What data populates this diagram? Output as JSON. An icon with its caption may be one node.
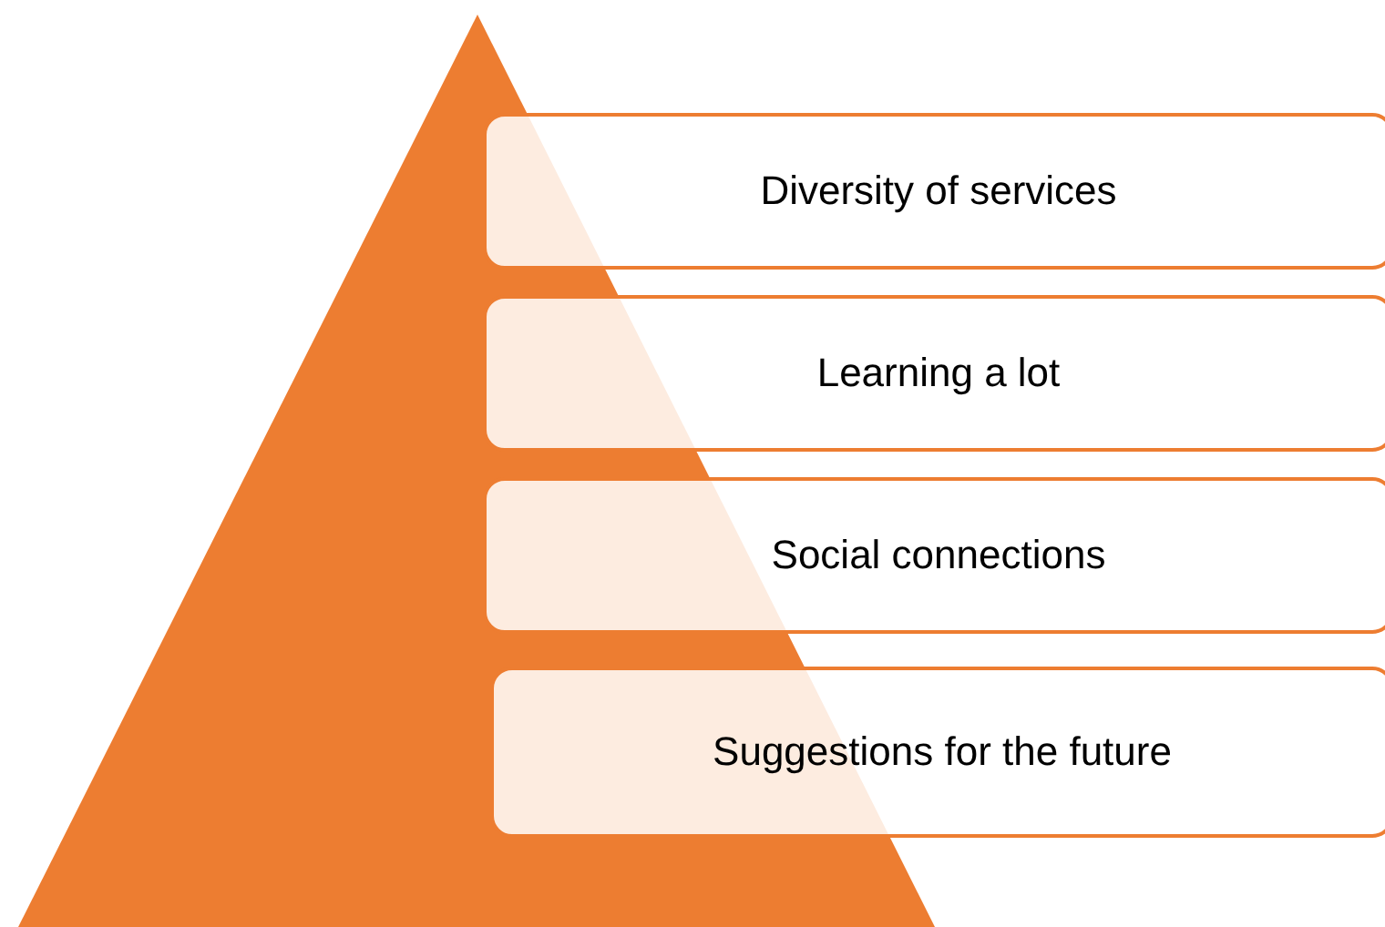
{
  "diagram": {
    "nodes": [
      {
        "text": [
          "Diversity of services"
        ]
      },
      {
        "text": [
          "Learning a lot"
        ]
      },
      {
        "text": [
          "Social connections"
        ]
      },
      {
        "text": [
          "Suggestions for the future"
        ]
      }
    ]
  }
}
